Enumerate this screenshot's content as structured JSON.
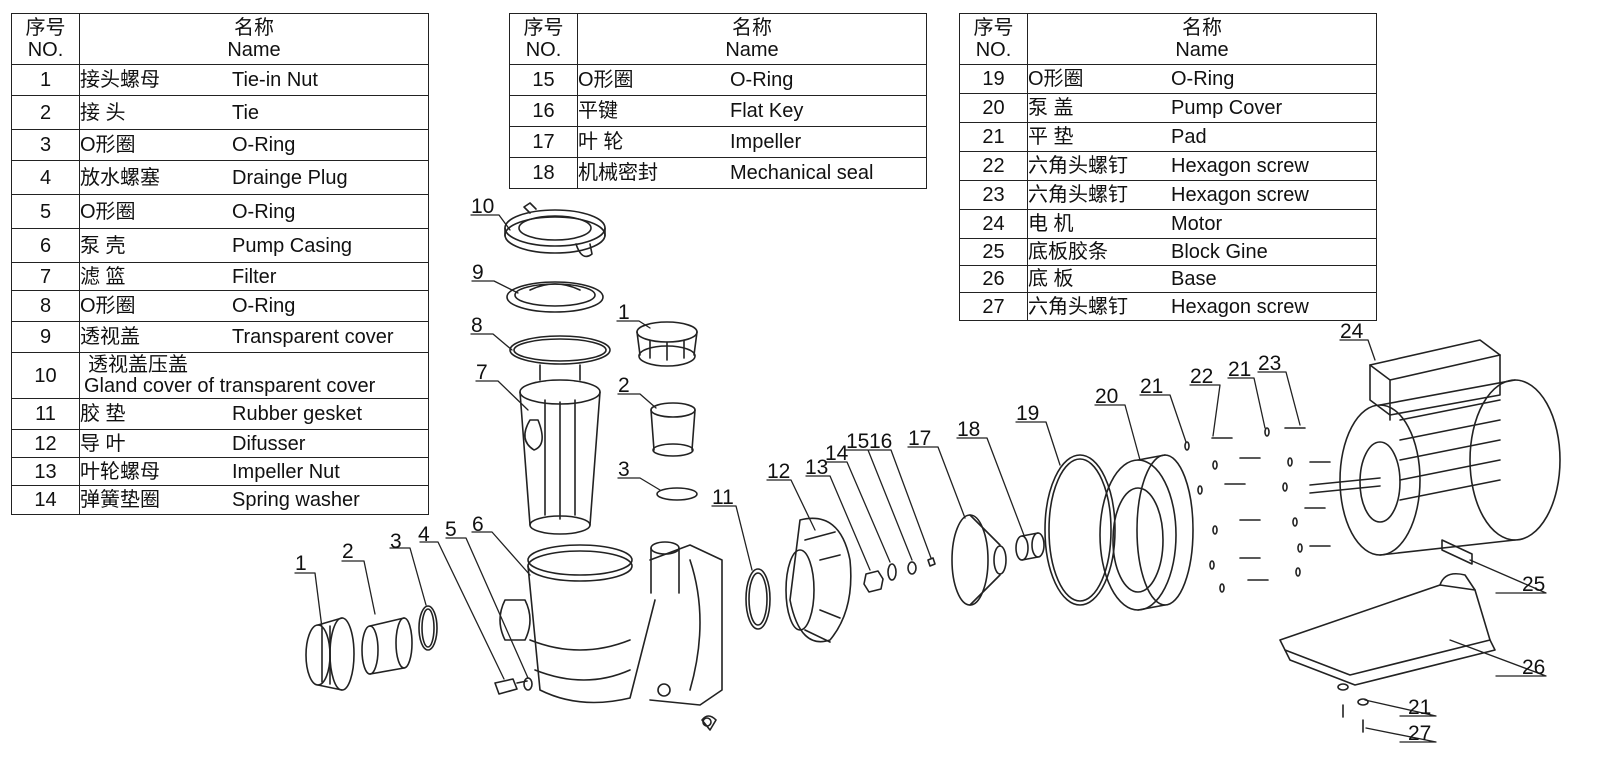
{
  "table_header": {
    "no_cn": "序号",
    "no_en": "NO.",
    "name_cn": "名称",
    "name_en": "Name"
  },
  "table1": [
    {
      "no": "1",
      "cn": "接头螺母",
      "en": "Tie-in Nut"
    },
    {
      "no": "2",
      "cn": "接 头",
      "en": "Tie"
    },
    {
      "no": "3",
      "cn": "O形圈",
      "en": "O-Ring"
    },
    {
      "no": "4",
      "cn": "放水螺塞",
      "en": "Drainge Plug"
    },
    {
      "no": "5",
      "cn": "O形圈",
      "en": "O-Ring"
    },
    {
      "no": "6",
      "cn": "泵 壳",
      "en": "Pump Casing"
    },
    {
      "no": "7",
      "cn": "滤 篮",
      "en": "Filter"
    },
    {
      "no": "8",
      "cn": "O形圈",
      "en": "O-Ring"
    },
    {
      "no": "9",
      "cn": "透视盖",
      "en": "Transparent cover"
    },
    {
      "no": "10",
      "cn": "透视盖压盖",
      "en": "Gland cover of transparent cover"
    },
    {
      "no": "11",
      "cn": "胶 垫",
      "en": "Rubber gesket"
    },
    {
      "no": "12",
      "cn": "导 叶",
      "en": "Difusser"
    },
    {
      "no": "13",
      "cn": "叶轮螺母",
      "en": "Impeller Nut"
    },
    {
      "no": "14",
      "cn": "弹簧垫圈",
      "en": "Spring washer"
    }
  ],
  "table2": [
    {
      "no": "15",
      "cn": "O形圈",
      "en": "O-Ring"
    },
    {
      "no": "16",
      "cn": "平键",
      "en": "Flat Key"
    },
    {
      "no": "17",
      "cn": "叶 轮",
      "en": "Impeller"
    },
    {
      "no": "18",
      "cn": "机械密封",
      "en": "Mechanical seal"
    }
  ],
  "table3": [
    {
      "no": "19",
      "cn": "O形圈",
      "en": "O-Ring"
    },
    {
      "no": "20",
      "cn": "泵 盖",
      "en": "Pump Cover"
    },
    {
      "no": "21",
      "cn": "平 垫",
      "en": "Pad"
    },
    {
      "no": "22",
      "cn": "六角头螺钉",
      "en": "Hexagon screw"
    },
    {
      "no": "23",
      "cn": "六角头螺钉",
      "en": "Hexagon screw"
    },
    {
      "no": "24",
      "cn": "电 机",
      "en": "Motor"
    },
    {
      "no": "25",
      "cn": "底板胶条",
      "en": "Block Gine"
    },
    {
      "no": "26",
      "cn": "底 板",
      "en": "Base"
    },
    {
      "no": "27",
      "cn": "六角头螺钉",
      "en": "Hexagon screw"
    }
  ],
  "callouts": [
    "1",
    "2",
    "3",
    "4",
    "5",
    "6",
    "7",
    "8",
    "9",
    "10",
    "11",
    "12",
    "13",
    "14",
    "15",
    "16",
    "17",
    "18",
    "19",
    "20",
    "21",
    "22",
    "23",
    "24",
    "25",
    "26",
    "27"
  ]
}
